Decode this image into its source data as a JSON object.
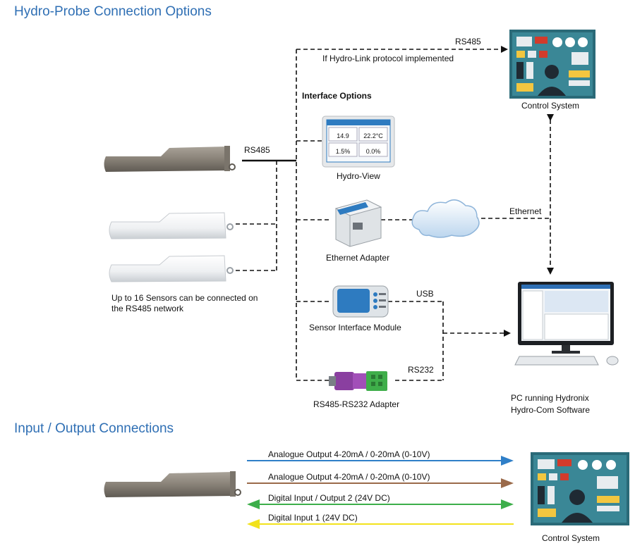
{
  "sections": {
    "connection_title": "Hydro-Probe Connection Options",
    "io_title": "Input / Output Connections"
  },
  "labels": {
    "rs485_top": "RS485",
    "hydro_link_note": "If Hydro-Link protocol implemented",
    "interface_options": "Interface Options",
    "rs485_sensor": "RS485",
    "hydro_view": "Hydro-View",
    "ethernet_adapter": "Ethernet Adapter",
    "ethernet": "Ethernet",
    "sensor_interface_module": "Sensor Interface Module",
    "usb": "USB",
    "rs232": "RS232",
    "rs485_rs232_adapter": "RS485-RS232 Adapter",
    "control_system_top": "Control System",
    "pc_line1": "PC running Hydronix",
    "pc_line2": "Hydro-Com Software",
    "sensors_note_line1": "Up to 16 Sensors can be connected on",
    "sensors_note_line2": "the RS485 network",
    "control_system_bottom": "Control System"
  },
  "hydro_view_readings": [
    "14.9",
    "22.2°C",
    "1.5%",
    "0.0%"
  ],
  "io_lines": [
    {
      "label": "Analogue Output 4-20mA / 0-20mA (0-10V)",
      "color": "#2f7fc8",
      "direction": "right"
    },
    {
      "label": "Analogue  Output  4-20mA / 0-20mA (0-10V)",
      "color": "#9a6a4a",
      "direction": "right"
    },
    {
      "label": "Digital Input / Output 2 (24V DC)",
      "color": "#3cae4a",
      "direction": "both"
    },
    {
      "label": "Digital Input 1 (24V DC)",
      "color": "#f2e21c",
      "direction": "left"
    }
  ]
}
